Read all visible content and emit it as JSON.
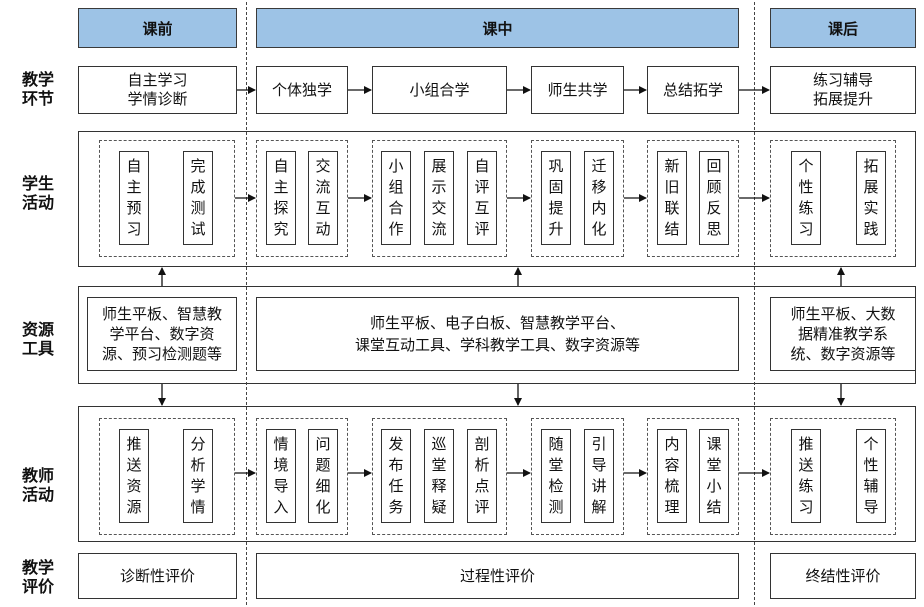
{
  "phases": {
    "pre": "课前",
    "in": "课中",
    "post": "课后"
  },
  "row_labels": {
    "teaching_stage": "教学\n环节",
    "student": "学生\n活动",
    "resources": "资源\n工具",
    "teacher": "教师\n活动",
    "evaluation": "教学\n评价"
  },
  "stages": {
    "pre": "自主学习\n学情诊断",
    "s1": "个体独学",
    "s2": "小组合学",
    "s3": "师生共学",
    "s4": "总结拓学",
    "post": "练习辅导\n拓展提升"
  },
  "student": {
    "pre": [
      "自主预习",
      "完成测试"
    ],
    "g1": [
      "自主探究",
      "交流互动"
    ],
    "g2": [
      "小组合作",
      "展示交流",
      "自评互评"
    ],
    "g3": [
      "巩固提升",
      "迁移内化"
    ],
    "g4": [
      "新旧联结",
      "回顾反思"
    ],
    "post": [
      "个性练习",
      "拓展实践"
    ]
  },
  "resources": {
    "pre": "师生平板、智慧教\n学平台、数字资\n源、预习检测题等",
    "in": "师生平板、电子白板、智慧教学平台、\n课堂互动工具、学科教学工具、数字资源等",
    "post": "师生平板、大数\n据精准教学系\n统、数字资源等"
  },
  "teacher": {
    "pre": [
      "推送资源",
      "分析学情"
    ],
    "g1": [
      "情境导入",
      "问题细化"
    ],
    "g2": [
      "发布任务",
      "巡堂释疑",
      "剖析点评"
    ],
    "g3": [
      "随堂检测",
      "引导讲解"
    ],
    "g4": [
      "内容梳理",
      "课堂小结"
    ],
    "post": [
      "推送练习",
      "个性辅导"
    ]
  },
  "evaluation": {
    "pre": "诊断性评价",
    "in": "过程性评价",
    "post": "终结性评价"
  }
}
